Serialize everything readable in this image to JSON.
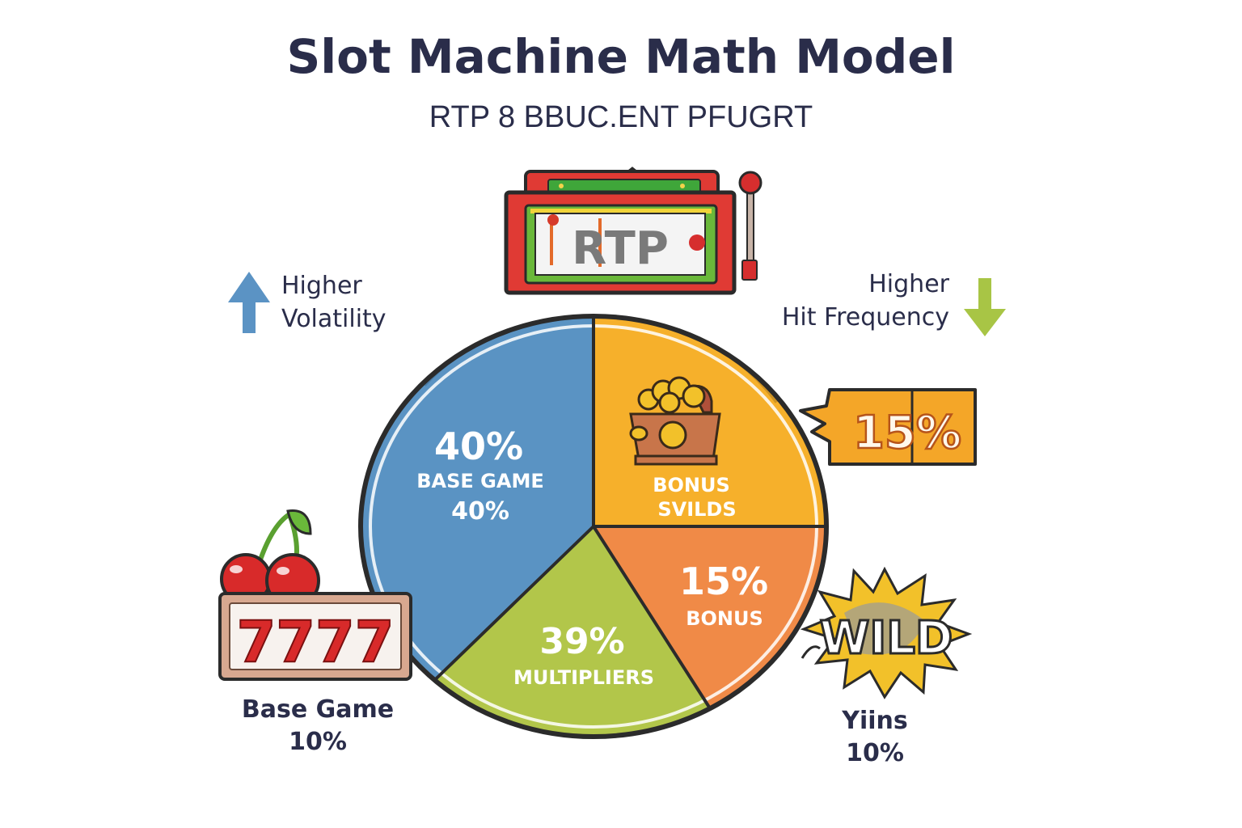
{
  "header": {
    "title": "Slot Machine Math Model",
    "subtitle": "RTP 8 BBUC.ENT PFUGRT"
  },
  "annotations": {
    "left": {
      "line1": "Higher",
      "line2": "Volatility",
      "arrow": "up-arrow-icon",
      "arrow_color": "#5b93c4"
    },
    "right": {
      "line1": "Higher",
      "line2": "Hit Frequency",
      "arrow": "down-arrow-icon",
      "arrow_color": "#a8c545"
    }
  },
  "badges": {
    "rtp_sign": "RTP",
    "callout_15": "15%",
    "sevens": "7777",
    "wild": "WILD"
  },
  "bottom_labels": {
    "left": {
      "line1": "Base Game",
      "line2": "10%"
    },
    "right": {
      "line1": "Yiins",
      "line2": "10%"
    }
  },
  "slices": [
    {
      "id": "base",
      "big": "40%",
      "label": "BASE GAME",
      "sub": "40%",
      "color": "#5a93c3"
    },
    {
      "id": "bonus_wilds",
      "big": "",
      "label": "BONUS",
      "sub": "SVILDS",
      "color": "#f6b02b"
    },
    {
      "id": "bonus",
      "big": "15%",
      "label": "BONUS",
      "sub": "",
      "color": "#f08a47"
    },
    {
      "id": "multipliers",
      "big": "39%",
      "label": "MULTIPLIERS",
      "sub": "",
      "color": "#b2c64a"
    }
  ],
  "chart_data": {
    "type": "pie",
    "title": "Slot Machine Math Model",
    "subtitle": "RTP 8 BBUC.ENT PFUGRT",
    "categories": [
      "Base Game",
      "Bonus Wilds",
      "Bonus",
      "Multipliers"
    ],
    "values": [
      40,
      25,
      15,
      20
    ],
    "labels_shown": [
      "40% BASE GAME 40%",
      "BONUS SVILDS",
      "15% BONUS",
      "39% MULTIPLIERS"
    ],
    "colors": [
      "#5a93c3",
      "#f6b02b",
      "#f08a47",
      "#b2c64a"
    ],
    "annotations": [
      "Higher Volatility (up arrow)",
      "Higher Hit Frequency (down arrow)",
      "15% callout",
      "Base Game 10%",
      "Yiins 10%",
      "RTP sign",
      "WILD badge",
      "7777 reel"
    ],
    "legend": "none"
  }
}
